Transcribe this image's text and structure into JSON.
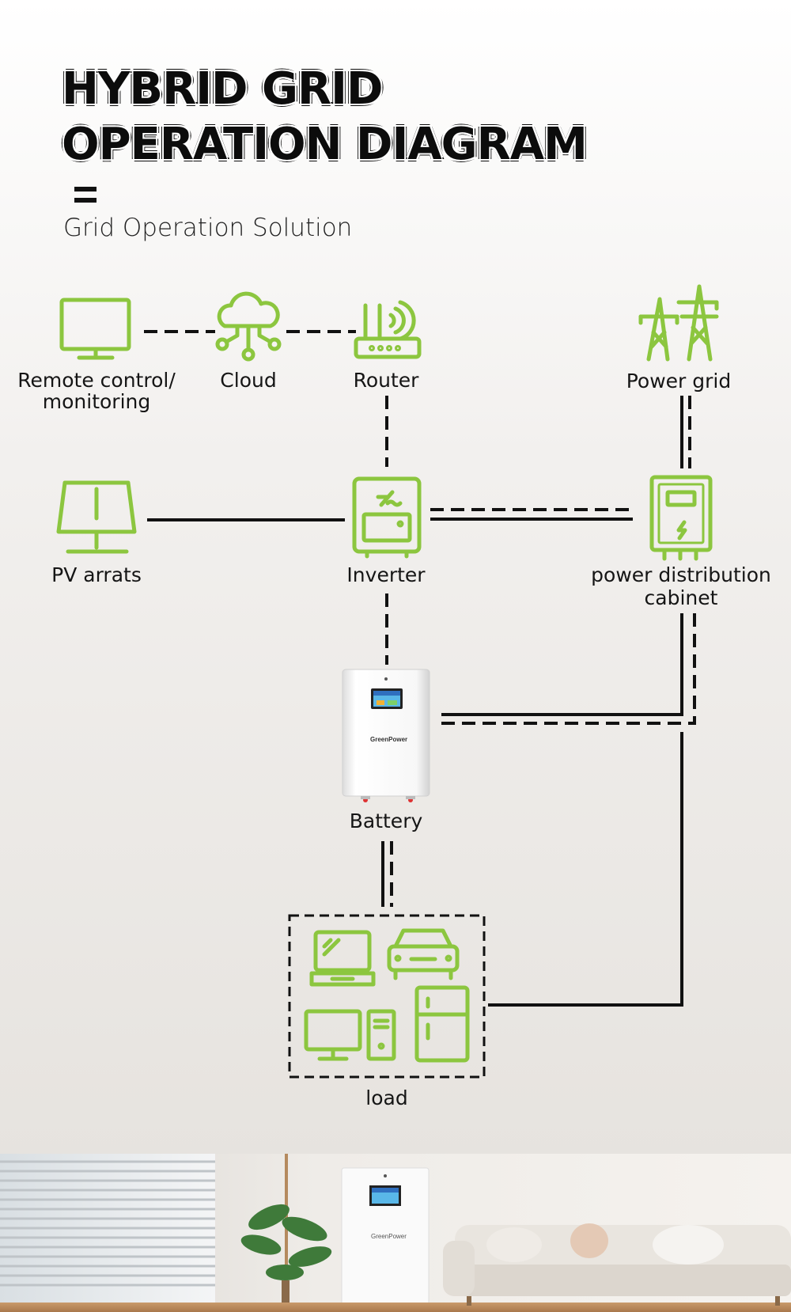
{
  "title": {
    "line1": "HYBRID GRID",
    "line2": "OPERATION DIAGRAM",
    "subtitle": "Grid Operation Solution"
  },
  "colors": {
    "accent": "#8cc63f",
    "accent_dark": "#6fae25",
    "line": "#111111"
  },
  "nodes": {
    "remote": {
      "label_line1": "Remote control/",
      "label_line2": "monitoring",
      "icon": "monitor-icon"
    },
    "cloud": {
      "label": "Cloud",
      "icon": "cloud-icon"
    },
    "router": {
      "label": "Router",
      "icon": "router-icon"
    },
    "power_grid": {
      "label": "Power grid",
      "icon": "power-tower-icon"
    },
    "pv": {
      "label": "PV arrats",
      "icon": "solar-panel-icon"
    },
    "inverter": {
      "label": "Inverter",
      "icon": "inverter-icon"
    },
    "cabinet": {
      "label_line1": "power distribution",
      "label_line2": "cabinet",
      "icon": "distribution-cabinet-icon"
    },
    "battery": {
      "label": "Battery",
      "brand": "GreenPower"
    },
    "load": {
      "label": "load",
      "icons": [
        "laptop-icon",
        "car-icon",
        "desktop-computer-icon",
        "refrigerator-icon"
      ]
    }
  },
  "photo": {
    "brand": "GreenPower"
  }
}
